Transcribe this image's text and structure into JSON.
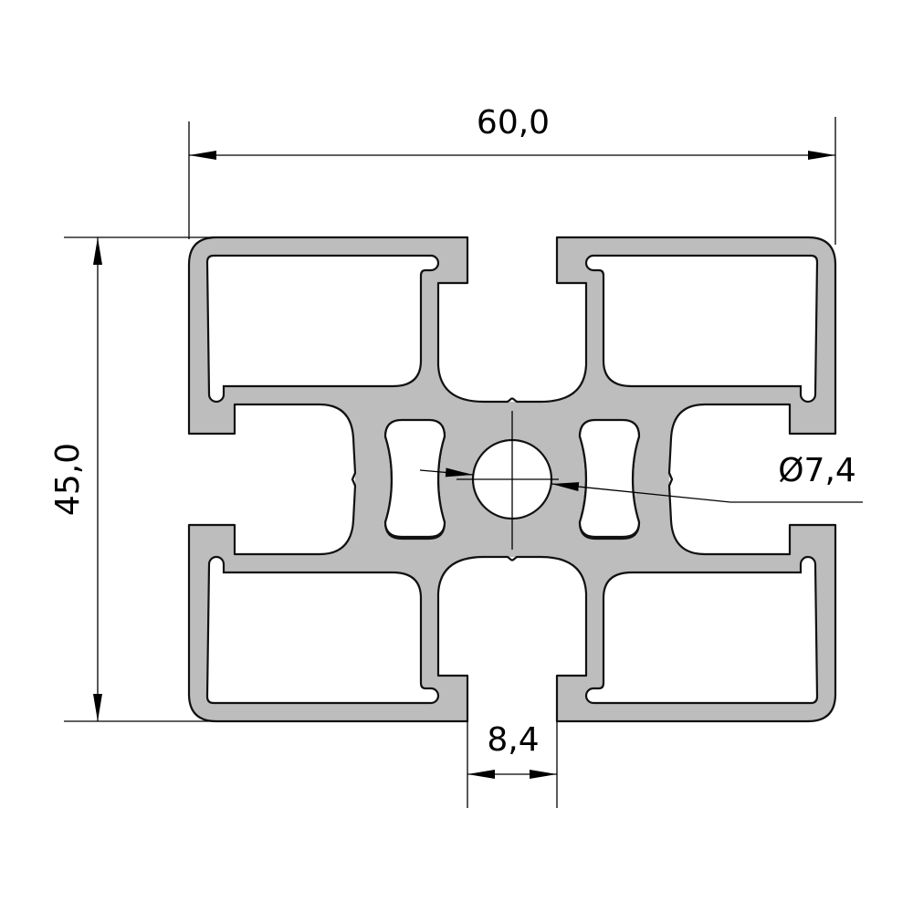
{
  "dimensions": {
    "width": "60,0",
    "height": "45,0",
    "slot_width": "8,4",
    "bore_diameter": "Ø7,4"
  },
  "colors": {
    "profile_fill": "#bdbdbd",
    "line": "#000000"
  }
}
